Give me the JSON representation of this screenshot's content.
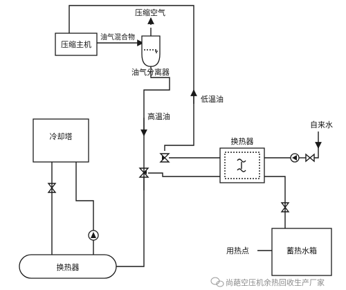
{
  "labels": {
    "compressed_air": "压缩空气",
    "compressor": "压缩主机",
    "oil_gas_mixture": "油气混合物",
    "oil_separator": "油气分离器",
    "low_temp_oil": "低温油",
    "high_temp_oil": "高温油",
    "cooling_tower": "冷却塔",
    "heat_exchanger_top": "换热器",
    "heat_exchanger_bottom": "换热器",
    "tap_water": "自来水",
    "heat_use_point": "用热点",
    "storage_tank": "蓄热水箱"
  },
  "watermark": {
    "text": "尚葩空压机余热回收生产厂家",
    "icon": "wechat-icon"
  },
  "colors": {
    "line": "#1a1a1a",
    "watermark": "#8a8a8a"
  }
}
